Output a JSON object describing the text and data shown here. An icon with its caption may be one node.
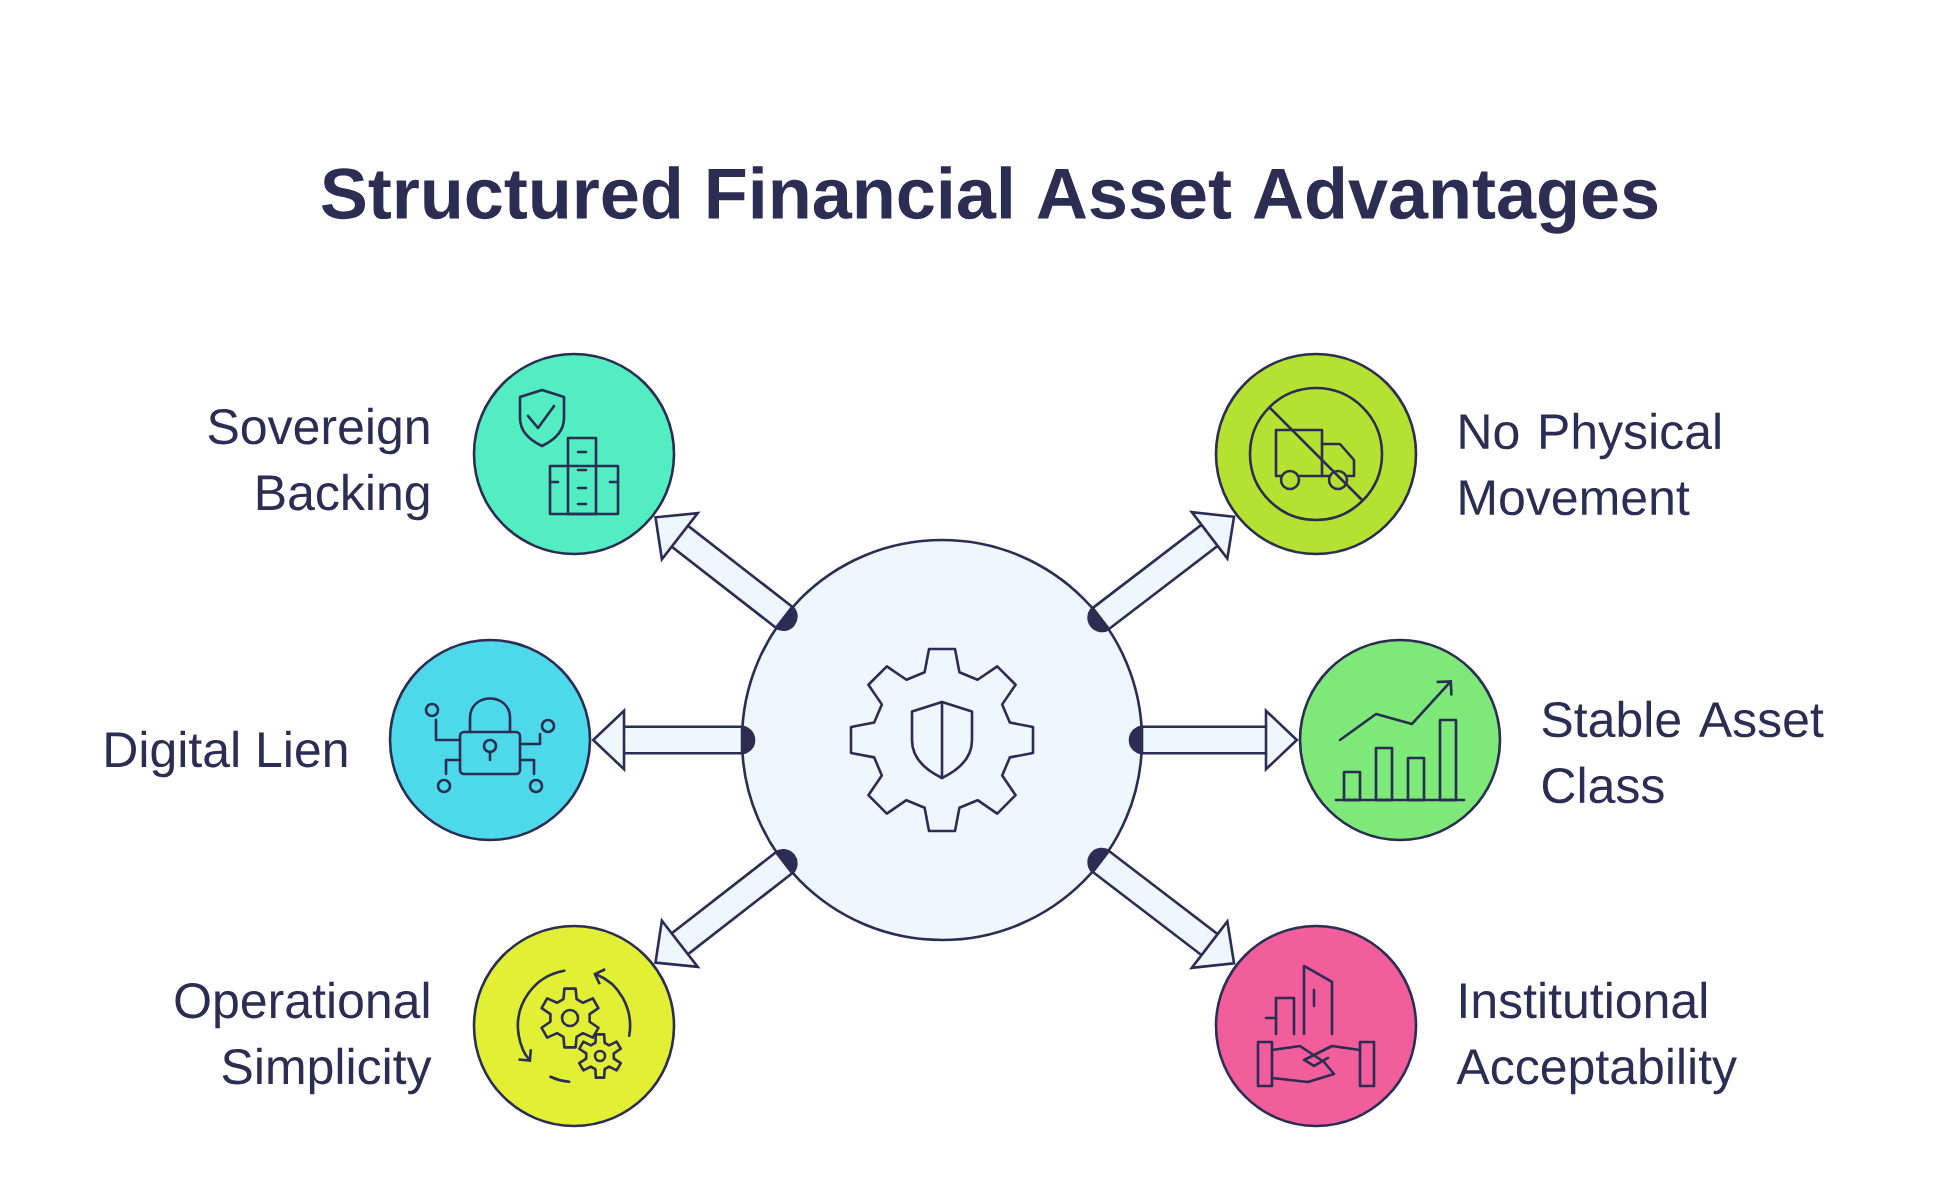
{
  "diagram": {
    "title": "Structured Financial Asset Advantages",
    "nodes": [
      {
        "text": [],
        "shape": "circle"
      },
      {
        "text": [],
        "shape": "circle",
        "beside": [
          "Sovereign Backing"
        ]
      },
      {
        "text": [],
        "shape": "circle",
        "beside": [
          "Digital Lien"
        ]
      },
      {
        "text": [],
        "shape": "circle",
        "beside": [
          "Operational Simplicity"
        ]
      },
      {
        "text": [],
        "shape": "circle",
        "beside": [
          "No Physical Movement"
        ]
      },
      {
        "text": [],
        "shape": "circle",
        "beside": [
          "Stable Asset Class"
        ]
      },
      {
        "text": [],
        "shape": "circle",
        "beside": [
          "Institutional Acceptability"
        ]
      }
    ],
    "edges": [
      {
        "from": 0,
        "to": 1,
        "arrow": "to"
      },
      {
        "from": 0,
        "to": 2,
        "arrow": "to"
      },
      {
        "from": 0,
        "to": 3,
        "arrow": "to"
      },
      {
        "from": 0,
        "to": 4,
        "arrow": "to"
      },
      {
        "from": 0,
        "to": 5,
        "arrow": "to"
      },
      {
        "from": 0,
        "to": 6,
        "arrow": "to"
      }
    ]
  }
}
